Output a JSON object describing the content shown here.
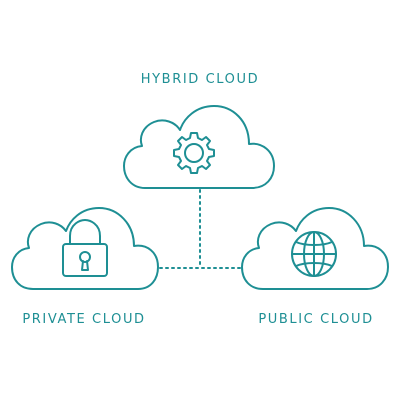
{
  "nodes": {
    "hybrid": {
      "label": "HYBRID CLOUD",
      "icon": "gear-icon"
    },
    "private": {
      "label": "PRIVATE CLOUD",
      "icon": "lock-icon"
    },
    "public": {
      "label": "PUBLIC CLOUD",
      "icon": "globe-icon"
    }
  },
  "colors": {
    "stroke": "#1e8f94",
    "background": "#ffffff"
  }
}
